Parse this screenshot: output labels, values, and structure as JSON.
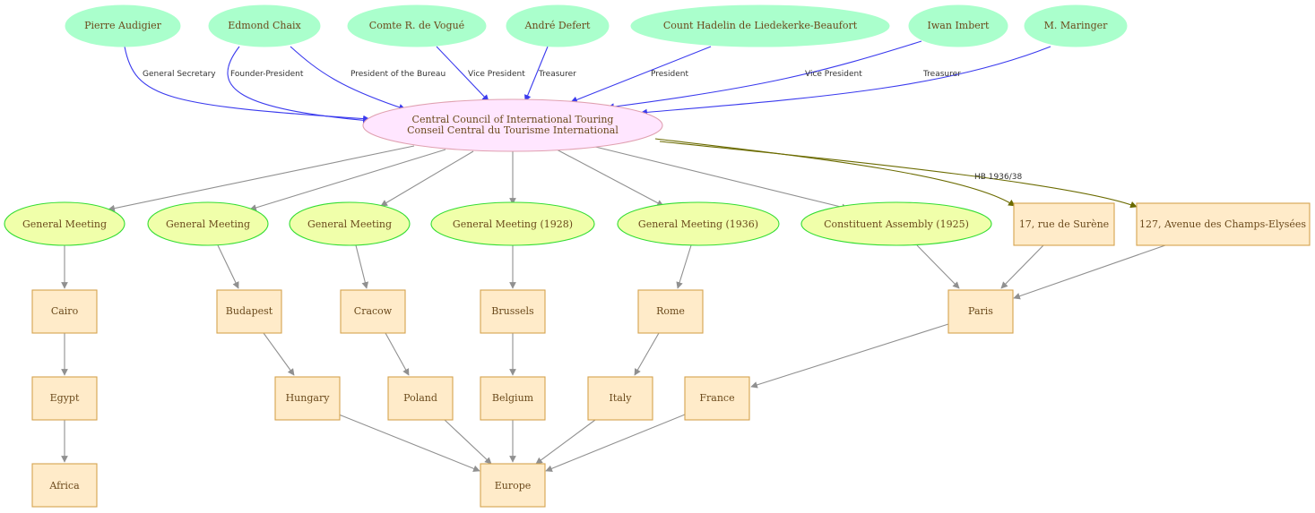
{
  "colors": {
    "person_fill": "#aaffcc",
    "meeting_fill": "#f0ffaa",
    "meeting_stroke": "#33dd33",
    "place_fill": "#ffebc9",
    "place_stroke": "#d4a34e",
    "council_fill": "#ffe6ff",
    "council_stroke": "#e0a0b0",
    "role_edge": "#3a3aee",
    "place_edge": "#6b6b00",
    "grey_edge": "#909090",
    "text": "#6b4a1c"
  },
  "nodes": {
    "audigier": "Pierre Audigier",
    "chaix": "Edmond Chaix",
    "vogue": "Comte R. de Vogué",
    "defert": "André Defert",
    "liedekerke": "Count Hadelin de Liedekerke-Beaufort",
    "imbert": "Iwan Imbert",
    "maringer": "M. Maringer",
    "council_line1": "Central Council of International Touring",
    "council_line2": "Conseil Central du Tourisme International",
    "gm1": "General Meeting",
    "gm2": "General Meeting",
    "gm3": "General Meeting",
    "gm1928": "General Meeting (1928)",
    "gm1936": "General Meeting (1936)",
    "ca1925": "Constituent Assembly (1925)",
    "surene": "17, rue de Surène",
    "champs": "127, Avenue des Champs-Elysées",
    "cairo": "Cairo",
    "budapest": "Budapest",
    "cracow": "Cracow",
    "brussels": "Brussels",
    "rome": "Rome",
    "paris": "Paris",
    "egypt": "Egypt",
    "hungary": "Hungary",
    "poland": "Poland",
    "belgium": "Belgium",
    "italy": "Italy",
    "france": "France",
    "africa": "Africa",
    "europe": "Europe"
  },
  "edge_labels": {
    "audigier": "General Secretary",
    "chaix": "Founder-President",
    "vogue_bureau": "President of the Bureau",
    "vogue_vice": "Vice President",
    "defert": "Treasurer",
    "liedekerke": "President",
    "imbert": "Vice President",
    "maringer": "Treasurer",
    "champs": "HB 1936/38"
  }
}
